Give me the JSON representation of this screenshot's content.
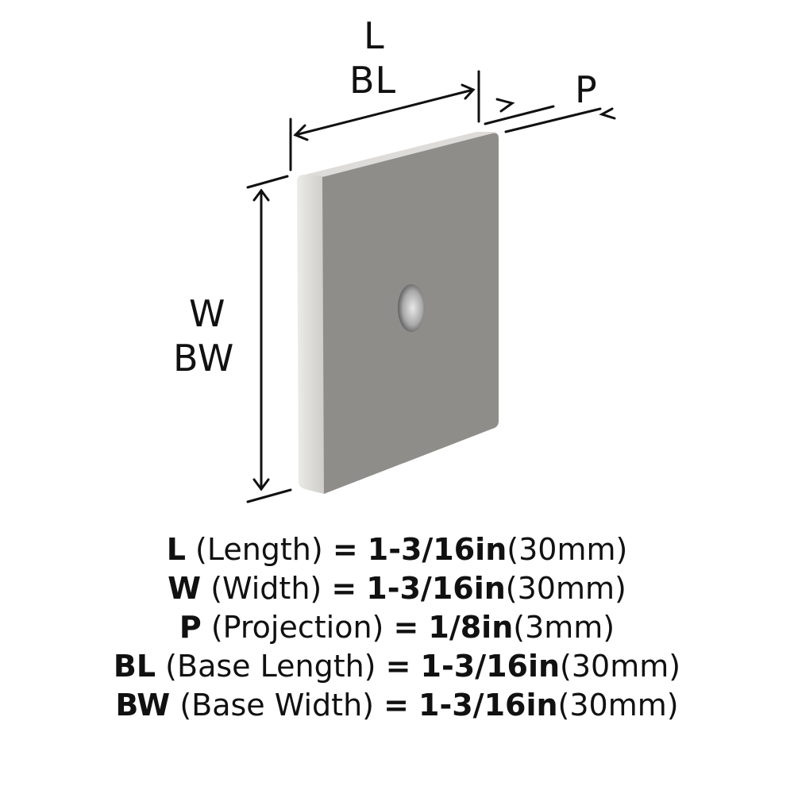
{
  "diagram": {
    "labels": {
      "length": "L",
      "base_length": "BL",
      "projection": "P",
      "width": "W",
      "base_width": "BW"
    },
    "colors": {
      "face": "#8f8d89",
      "edge": "#e4e3df",
      "top_edge": "#d8d7d3",
      "lines": "#111111"
    }
  },
  "specs": [
    {
      "code": "L",
      "name": "(Length)",
      "eq": "=",
      "value": "1-3/16in",
      "metric": "(30mm)"
    },
    {
      "code": "W",
      "name": "(Width)",
      "eq": "=",
      "value": "1-3/16in",
      "metric": "(30mm)"
    },
    {
      "code": "P",
      "name": "(Projection)",
      "eq": "=",
      "value": "1/8in",
      "metric": "(3mm)"
    },
    {
      "code": "BL",
      "name": "(Base Length)",
      "eq": "=",
      "value": "1-3/16in",
      "metric": "(30mm)"
    },
    {
      "code": "BW",
      "name": "(Base Width)",
      "eq": "=",
      "value": "1-3/16in",
      "metric": "(30mm)"
    }
  ]
}
